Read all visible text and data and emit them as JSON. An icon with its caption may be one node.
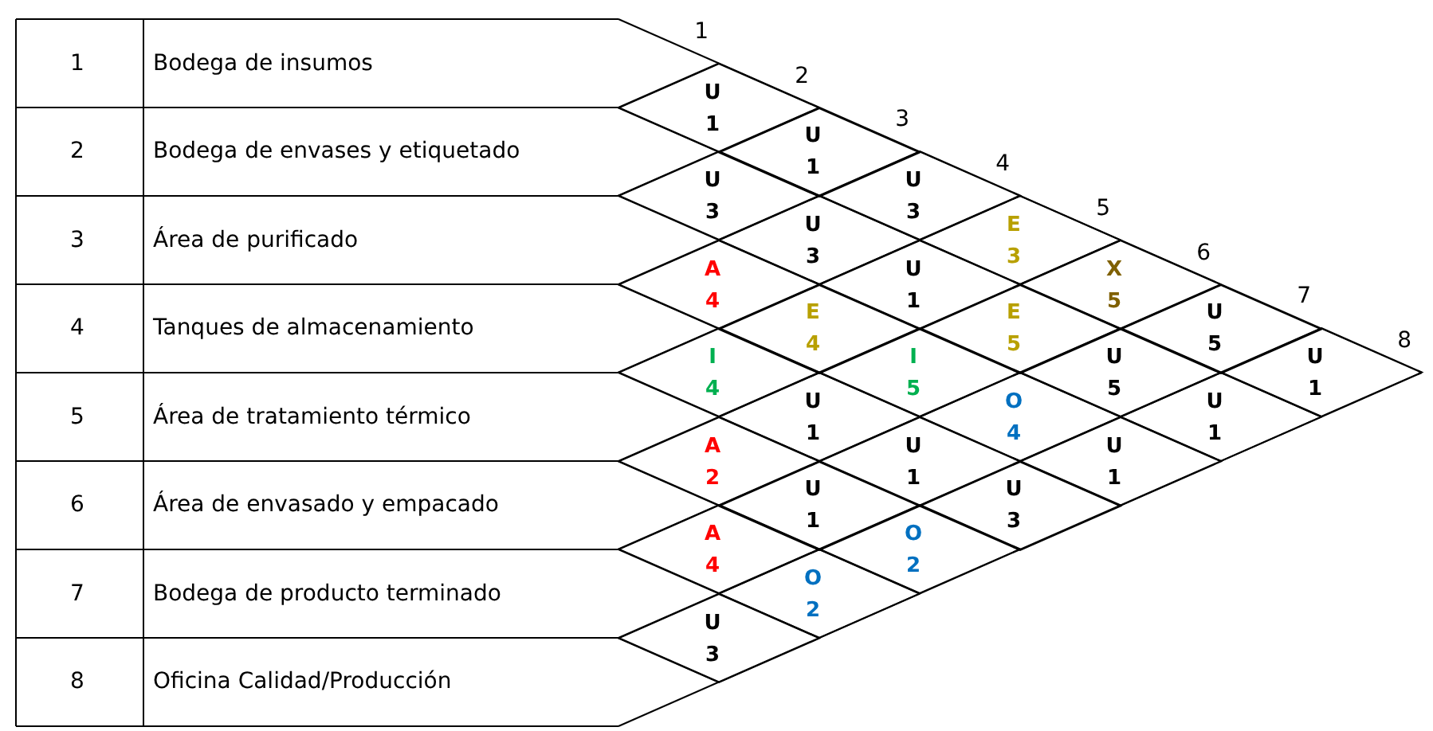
{
  "diagram": {
    "nodes": [
      {
        "text": [
          "U",
          "1"
        ]
      },
      {
        "text": [
          "U",
          "1"
        ]
      },
      {
        "text": [
          "U",
          "3"
        ]
      },
      {
        "text": [
          "U",
          "3"
        ]
      },
      {
        "text": [
          "U",
          "3"
        ]
      },
      {
        "text": [
          "E",
          "3"
        ]
      },
      {
        "text": [
          "A",
          "4"
        ]
      },
      {
        "text": [
          "U",
          "1"
        ]
      },
      {
        "text": [
          "X",
          "5"
        ]
      },
      {
        "text": [
          "E",
          "4"
        ]
      },
      {
        "text": [
          "E",
          "5"
        ]
      },
      {
        "text": [
          "U",
          "5"
        ]
      },
      {
        "text": [
          "I",
          "4"
        ]
      },
      {
        "text": [
          "I",
          "5"
        ]
      },
      {
        "text": [
          "U",
          "5"
        ]
      },
      {
        "text": [
          "U",
          "1"
        ]
      },
      {
        "text": [
          "U",
          "1"
        ]
      },
      {
        "text": [
          "O",
          "4"
        ]
      },
      {
        "text": [
          "U",
          "1"
        ]
      },
      {
        "text": [
          "A",
          "2"
        ]
      },
      {
        "text": [
          "U",
          "1"
        ]
      },
      {
        "text": [
          "U",
          "1"
        ]
      },
      {
        "text": [
          "U",
          "1"
        ]
      },
      {
        "text": [
          "U",
          "3"
        ]
      },
      {
        "text": [
          "A",
          "4"
        ]
      },
      {
        "text": [
          "O",
          "2"
        ]
      },
      {
        "text": [
          "O",
          "2"
        ]
      },
      {
        "text": [
          "U",
          "3"
        ]
      }
    ],
    "labels": [
      "1",
      "Bodega de insumos",
      "2",
      "Bodega de envases y etiquetado",
      "3",
      "Área de purificado",
      "4",
      "Tanques de almacenamiento",
      "5",
      "Área de tratamiento térmico",
      "6",
      "Área de envasado y empacado",
      "7",
      "Bodega de producto terminado",
      "8",
      "Oficina Calidad/Producción",
      "1",
      "2",
      "3",
      "4",
      "5",
      "6",
      "7",
      "8"
    ]
  }
}
